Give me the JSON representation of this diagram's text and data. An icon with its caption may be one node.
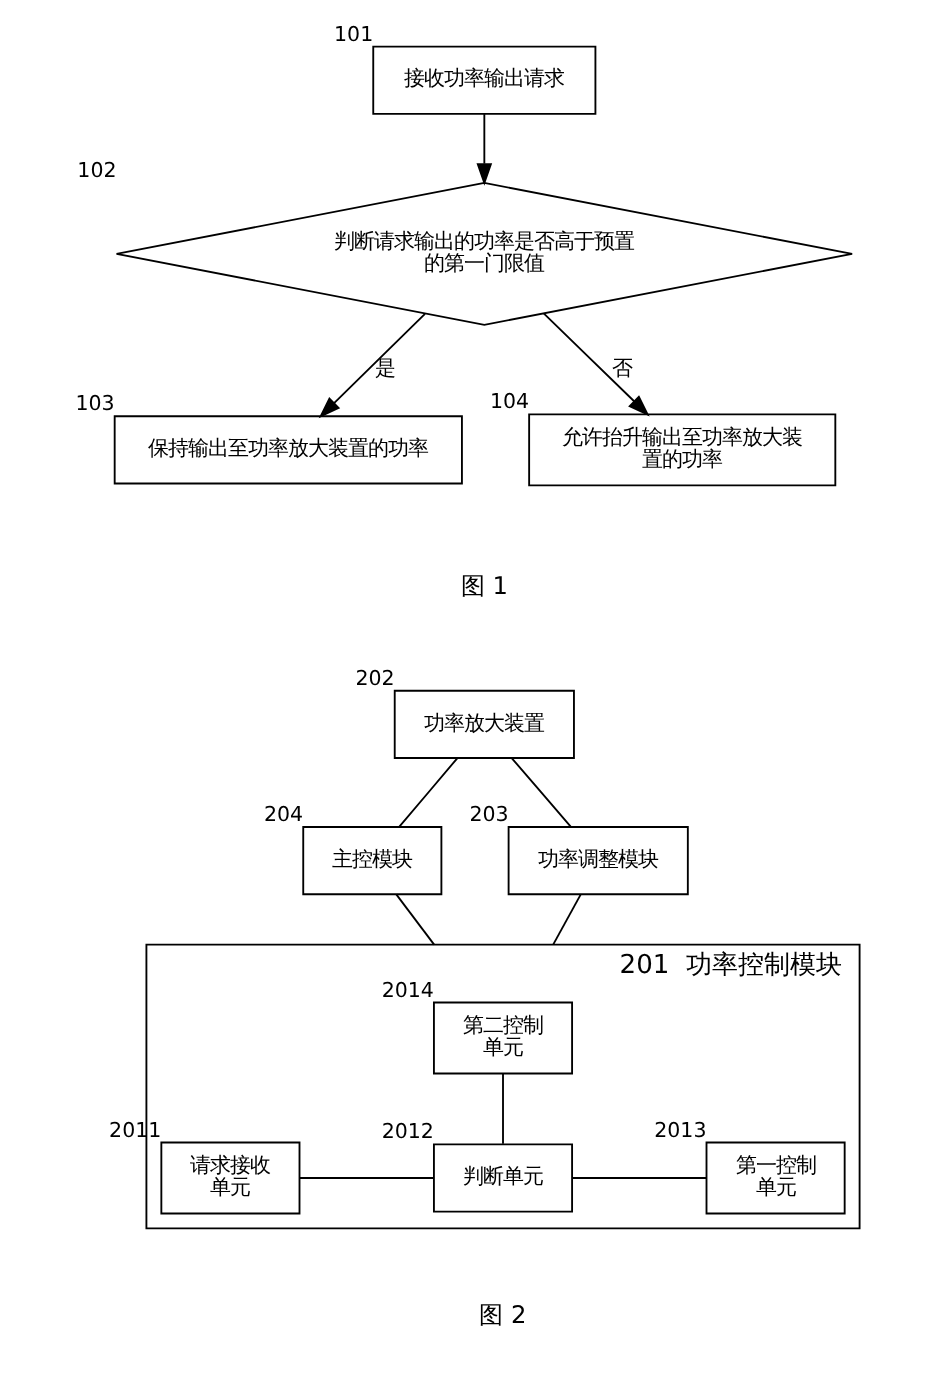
{
  "diagram": {
    "nodes": [
      {
        "text": [
          "接收功率输出请求"
        ],
        "beside": [
          "101"
        ]
      },
      {
        "text": [
          "判断请求输出的功率是否高于预置的第一门限值"
        ],
        "beside": [
          "102"
        ]
      },
      {
        "text": [
          "保持输出至功率放大装置的功率"
        ],
        "beside": [
          "103"
        ]
      },
      {
        "text": [
          "允许抬升输出至功率放大装置的功率"
        ],
        "beside": [
          "104"
        ]
      },
      {
        "text": [
          "功率放大装置"
        ],
        "beside": [
          "202"
        ]
      },
      {
        "text": [
          "主控模块"
        ],
        "beside": [
          "204"
        ]
      },
      {
        "text": [
          "功率调整模块"
        ],
        "beside": [
          "203"
        ]
      },
      {
        "text": [
          "功率控制模块"
        ],
        "beside": [
          "201"
        ]
      },
      {
        "text": [
          "第二控制单元"
        ],
        "beside": [
          "2014"
        ],
        "in": 7
      },
      {
        "text": [
          "请求接收单元"
        ],
        "beside": [
          "2011"
        ],
        "in": 7
      },
      {
        "text": [
          "判断单元"
        ],
        "beside": [
          "2012"
        ],
        "in": 7
      },
      {
        "text": [
          "第一控制单元"
        ],
        "beside": [
          "2013"
        ],
        "in": 7
      }
    ],
    "edges": [
      {
        "from": 0,
        "to": 1,
        "arrow": "to"
      },
      {
        "from": 1,
        "to": 2,
        "arrow": "to",
        "label": "是"
      },
      {
        "from": 1,
        "to": 3,
        "arrow": "to",
        "label": "否"
      },
      {
        "from": 4,
        "to": 5,
        "arrow": "none"
      },
      {
        "from": 4,
        "to": 6,
        "arrow": "none"
      },
      {
        "from": 5,
        "to": 7,
        "arrow": "none"
      },
      {
        "from": 6,
        "to": 7,
        "arrow": "none"
      },
      {
        "from": 8,
        "to": 10,
        "arrow": "none"
      },
      {
        "from": 9,
        "to": 10,
        "arrow": "none"
      },
      {
        "from": 10,
        "to": 11,
        "arrow": "none"
      }
    ],
    "labels": [
      "图 1",
      "图 2"
    ]
  }
}
